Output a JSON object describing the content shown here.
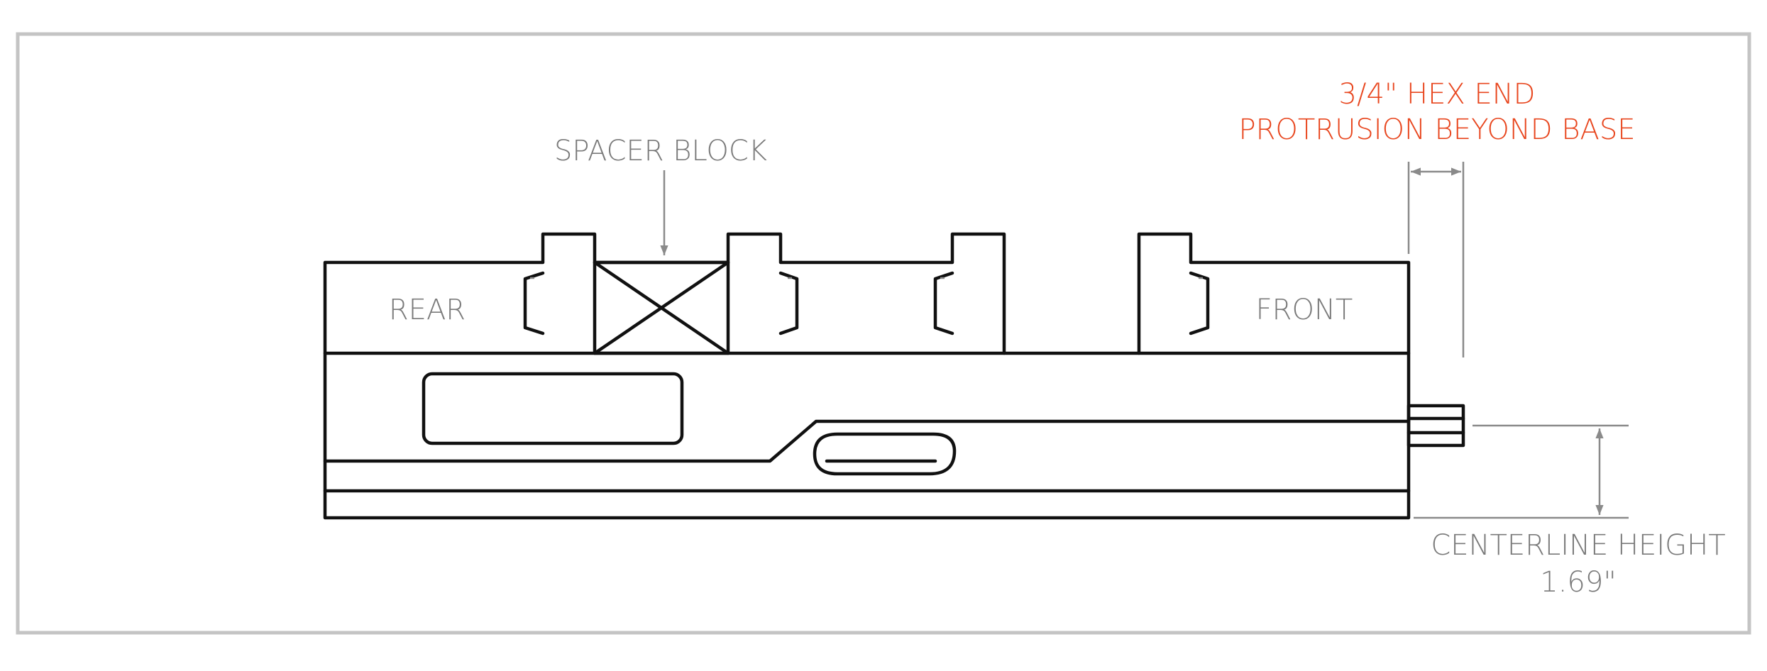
{
  "labels": {
    "spacer_block": "SPACER BLOCK",
    "rear": "REAR",
    "front": "FRONT",
    "hex_line1": "3/4\" HEX END",
    "hex_line2": "PROTRUSION BEYOND BASE",
    "centerline_line1": "CENTERLINE HEIGHT",
    "centerline_line2": "1.69\""
  },
  "colors": {
    "part": "#111111",
    "dimension": "#8a8a8a",
    "label": "#7a7a7a",
    "callout": "#e8461e",
    "frame": "#c4c4c4"
  }
}
